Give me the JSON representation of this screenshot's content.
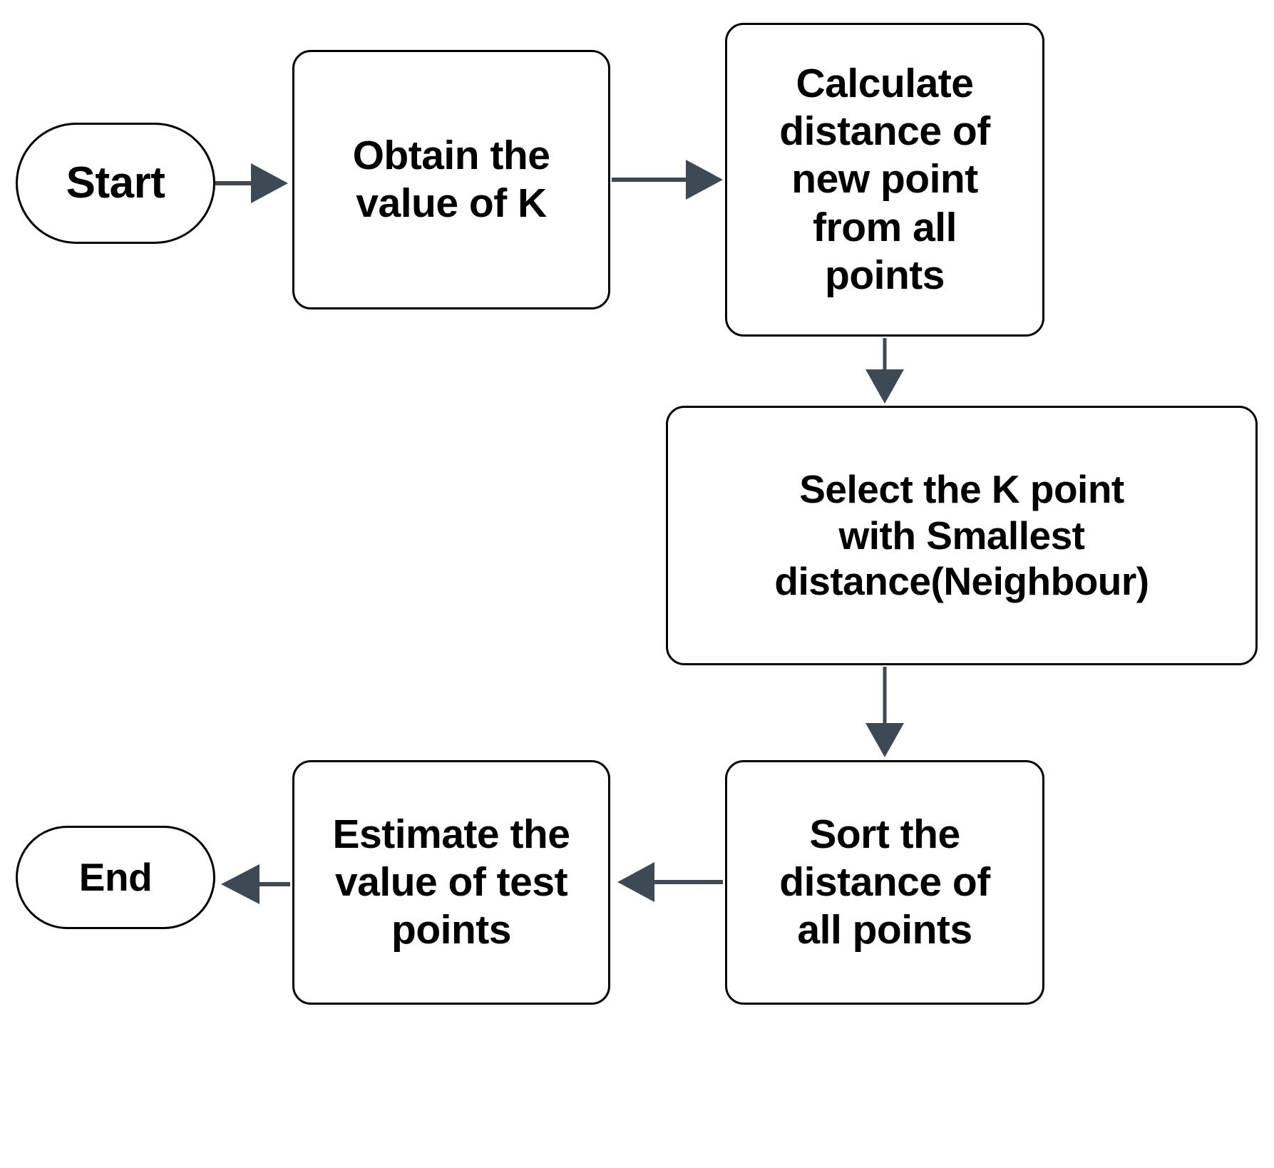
{
  "diagram": {
    "title": "KNN algorithm flowchart",
    "accent_color": "#3d4a55",
    "node_border_color": "#000000",
    "node_fill_color": "#ffffff",
    "background_color": "#ffffff"
  },
  "nodes": [
    {
      "id": "start",
      "shape": "terminator",
      "label": "Start"
    },
    {
      "id": "obtain",
      "shape": "process",
      "label": "Obtain the\nvalue of K"
    },
    {
      "id": "calc",
      "shape": "process",
      "label": "Calculate\ndistance of\nnew point\nfrom all\npoints"
    },
    {
      "id": "select",
      "shape": "process",
      "label": "Select the  K point\nwith Smallest\ndistance(Neighbour)"
    },
    {
      "id": "sort",
      "shape": "process",
      "label": "Sort the\ndistance of\nall points"
    },
    {
      "id": "estimate",
      "shape": "process",
      "label": "Estimate the\nvalue of test\npoints"
    },
    {
      "id": "end",
      "shape": "terminator",
      "label": "End"
    }
  ],
  "edges": [
    {
      "id": "start-to-obtain",
      "from": "start",
      "to": "obtain",
      "direction": "right"
    },
    {
      "id": "obtain-to-calc",
      "from": "obtain",
      "to": "calc",
      "direction": "right"
    },
    {
      "id": "calc-to-select",
      "from": "calc",
      "to": "select",
      "direction": "down"
    },
    {
      "id": "select-to-sort",
      "from": "select",
      "to": "sort",
      "direction": "down"
    },
    {
      "id": "sort-to-estimate",
      "from": "sort",
      "to": "estimate",
      "direction": "left"
    },
    {
      "id": "estimate-to-end",
      "from": "estimate",
      "to": "end",
      "direction": "left"
    }
  ]
}
